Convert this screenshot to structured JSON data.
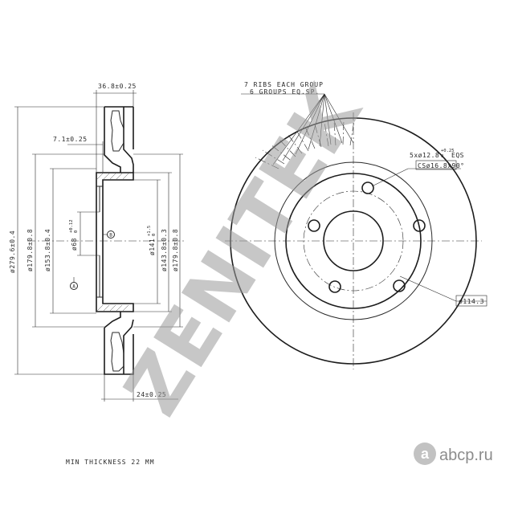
{
  "watermark": {
    "brand": "ZENITEK",
    "site": "abcp.ru",
    "site_logo_letter": "a"
  },
  "notes": {
    "ribs_line1": "7 RIBS EACH GROUP",
    "ribs_line2": "6 GROUPS EQ.SP.",
    "min_thickness": "MIN THICKNESS 22 MM"
  },
  "dimensions": {
    "width_total": "36.8±0.25",
    "hat_offset": "7.1±0.25",
    "thickness": "24±0.25",
    "od": "ø279.6±0.4",
    "d179_left": "ø179.8±0.8",
    "d153": "ø153.8±0.4",
    "bore": "ø68",
    "bore_tol": "+0.12",
    "bore_tol2": "0",
    "d141": "ø141",
    "d141_tol": "+1.5",
    "d141_tol2": "0",
    "d143": "ø143.8±0.3",
    "d179_right": "ø179.8±0.8",
    "holes": "5xø12.8",
    "holes_tol": "+0.25",
    "holes_tol2": "0",
    "holes_suffix": "EQS",
    "countersink": "CSø16.8x90°",
    "pcd": "ø114.3"
  },
  "datums": {
    "a": "A",
    "b": "B"
  }
}
